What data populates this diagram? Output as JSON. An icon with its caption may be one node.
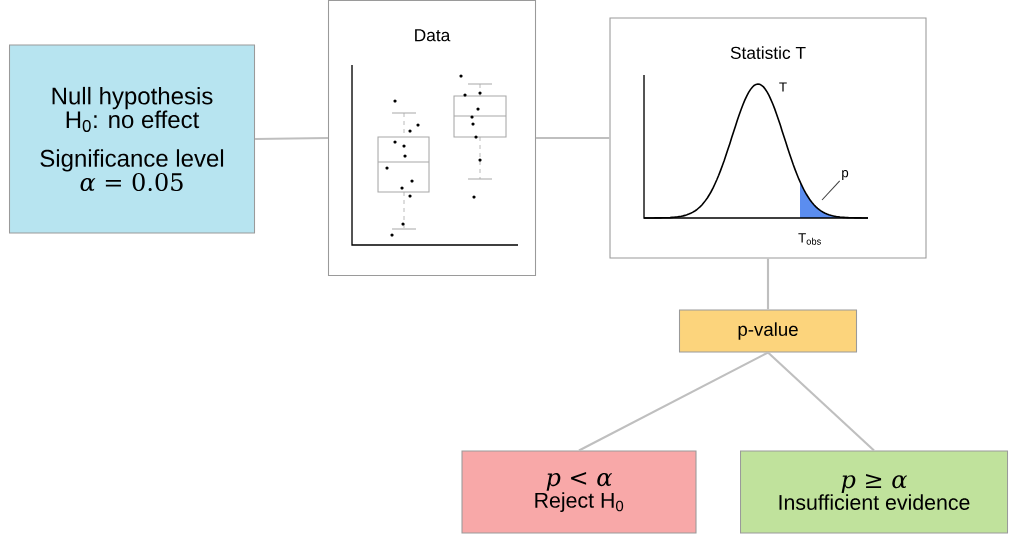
{
  "diagram": {
    "nodes": [
      {
        "text": [
          "Null hypothesis",
          "H$_{0}$: no effect",
          "Significance level",
          "*α* = 0.05"
        ]
      },
      {
        "text": [
          "Data"
        ]
      },
      {
        "text": [
          "Statistic T"
        ]
      },
      {
        "text": [
          "p"
        ],
        "in": 2
      },
      {
        "text": [],
        "shape": "area",
        "in": 2
      },
      {
        "text": [
          "p-value"
        ]
      },
      {
        "text": [
          "*p* < *α*",
          "Reject H$_{0}$"
        ]
      },
      {
        "text": [
          "*p* ≥ *α*",
          "Insufficient evidence"
        ]
      }
    ],
    "edges": [
      {
        "from": 0,
        "to": 1,
        "arrow": "none"
      },
      {
        "from": 1,
        "to": 2,
        "arrow": "none"
      },
      {
        "from": 2,
        "to": 5,
        "arrow": "none"
      },
      {
        "from": 5,
        "to": 6,
        "arrow": "none"
      },
      {
        "from": 5,
        "to": 7,
        "arrow": "none"
      },
      {
        "from": 3,
        "to": 4,
        "arrow": "none",
        "color": "#404040"
      }
    ],
    "labels": [
      "T",
      "T$_{obs}$"
    ]
  }
}
